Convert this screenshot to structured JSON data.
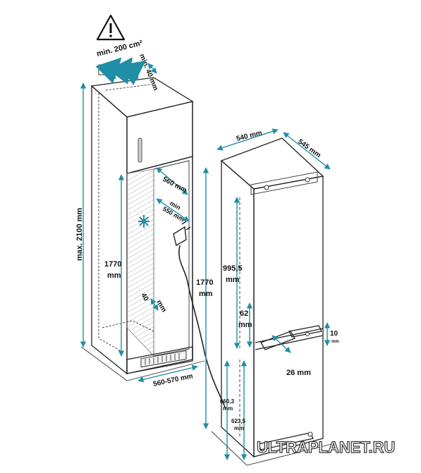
{
  "colors": {
    "accent": "#1f8ea6",
    "cabinet_panel": "#d6d6d6",
    "niche_fill": "#e6e6e6",
    "line": "#222222",
    "watermark": "#444444"
  },
  "icons": [
    "warning-icon",
    "airflow-arrows-icon",
    "snowflake-icon",
    "power-plug-icon"
  ],
  "labels": {
    "vent_area": "min. 200 cm²",
    "vent_gap": "min. 40 mm",
    "max_height": "max. 2100 mm",
    "niche_height_value": "1770",
    "niche_height_unit": "mm",
    "niche_depth": "560 mm",
    "min_depth_a": "min",
    "min_depth_b": "550 mm",
    "back_gap_value": "40",
    "back_gap_unit": "mm",
    "niche_width": "560-570 mm",
    "fridge_width": "540 mm",
    "fridge_depth": "545 mm",
    "fridge_height_value": "1770",
    "fridge_height_unit": "mm",
    "top_door_value": "995,5",
    "top_door_unit": "mm",
    "gap_62_value": "62",
    "gap_62_unit": "mm",
    "bracket_10_value": "10",
    "bracket_10_unit": "mm",
    "gap_26": "26 mm",
    "bottom_660_value": "660,3",
    "bottom_660_unit": "mm",
    "bottom_623_value": "623,5",
    "bottom_623_unit": "mm"
  },
  "watermark": "ULTRAPLANET.RU"
}
